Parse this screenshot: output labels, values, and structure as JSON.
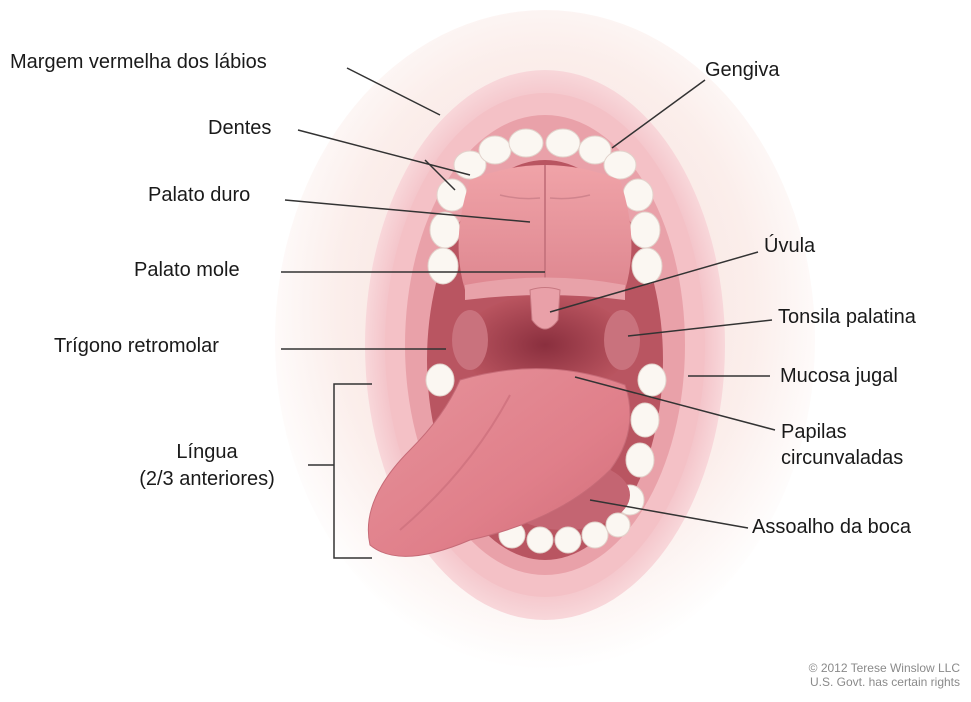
{
  "labels": {
    "margem": "Margem vermelha dos lábios",
    "gengiva": "Gengiva",
    "dentes": "Dentes",
    "palato_duro": "Palato duro",
    "uvula": "Úvula",
    "palato_mole": "Palato mole",
    "tonsila": "Tonsila palatina",
    "trigono": "Trígono retromolar",
    "mucosa": "Mucosa jugal",
    "lingua_1": "Língua",
    "lingua_2": "(2/3 anteriores)",
    "papilas_1": "Papilas",
    "papilas_2": "circunvaladas",
    "assoalho": "Assoalho da boca"
  },
  "copyright": {
    "line1": "© 2012 Terese Winslow LLC",
    "line2": "U.S. Govt. has certain rights"
  },
  "colors": {
    "lip": "#f1b9bf",
    "mouth_dark": "#9c3f4c",
    "palate": "#e8949c",
    "tongue": "#e5858f",
    "teeth": "#fbf7f2",
    "leader": "#333333"
  }
}
